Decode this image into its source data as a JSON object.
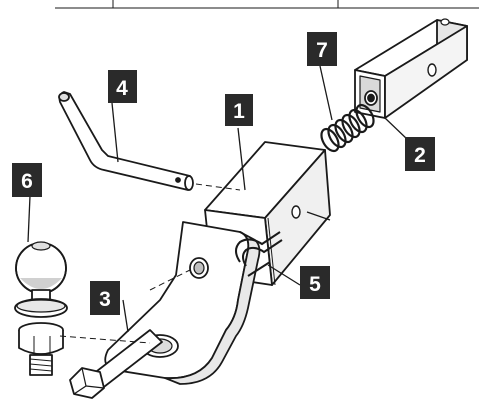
{
  "callouts": [
    {
      "id": "1",
      "text": "1"
    },
    {
      "id": "2",
      "text": "2"
    },
    {
      "id": "3",
      "text": "3"
    },
    {
      "id": "4",
      "text": "4"
    },
    {
      "id": "5",
      "text": "5"
    },
    {
      "id": "6",
      "text": "6"
    },
    {
      "id": "7",
      "text": "7"
    }
  ],
  "colors": {
    "callout_box": "#2a2a2a",
    "callout_text": "#ffffff",
    "line": "#1a1a1a",
    "part_fill": "#ffffff",
    "shade": "#d9d9d9",
    "ball_shade": "#c8c8c8"
  }
}
